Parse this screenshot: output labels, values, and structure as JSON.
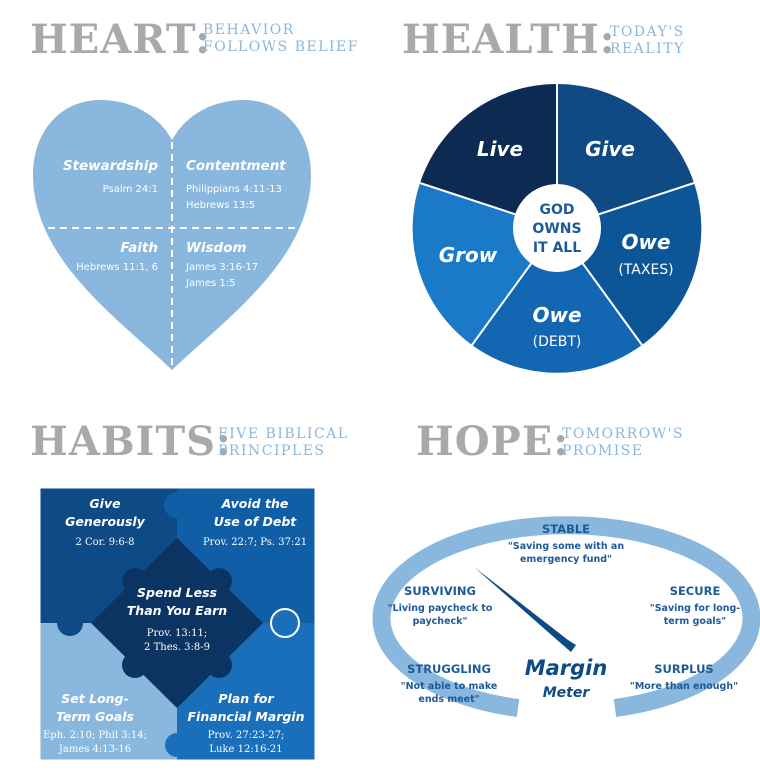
{
  "sections": {
    "heart": {
      "title": "HEART:",
      "subtitle_line1": "BEHAVIOR",
      "subtitle_line2": "FOLLOWS BELIEF",
      "quadrants": [
        {
          "label": "Stewardship",
          "ref1": "Psalm 24:1",
          "ref2": ""
        },
        {
          "label": "Contentment",
          "ref1": "Philippians 4:11-13",
          "ref2": "Hebrews 13:5"
        },
        {
          "label": "Faith",
          "ref1": "Hebrews 11:1, 6",
          "ref2": ""
        },
        {
          "label": "Wisdom",
          "ref1": "James 3:16-17",
          "ref2": "James 1:5"
        }
      ],
      "color": "#8ab7dd"
    },
    "health": {
      "title": "HEALTH:",
      "subtitle_line1": "TODAY'S",
      "subtitle_line2": "REALITY",
      "center_line1": "GOD",
      "center_line2": "OWNS",
      "center_line3": "IT ALL",
      "segments": [
        {
          "label": "Live",
          "sub": "",
          "color": "#0d2a52"
        },
        {
          "label": "Give",
          "sub": "",
          "color": "#0f4a85"
        },
        {
          "label": "Owe",
          "sub": "(TAXES)",
          "color": "#0c5698"
        },
        {
          "label": "Owe",
          "sub": "(DEBT)",
          "color": "#1366b2"
        },
        {
          "label": "Grow",
          "sub": "",
          "color": "#1a7ac8"
        }
      ]
    },
    "habits": {
      "title": "HABITS:",
      "subtitle_line1": "FIVE BIBLICAL",
      "subtitle_line2": "PRINCIPLES",
      "pieces": [
        {
          "line1": "Give",
          "line2": "Generously",
          "ref1": "2 Cor. 9:6-8",
          "ref2": "",
          "ref3": "",
          "color": "#0d4a86"
        },
        {
          "line1": "Avoid the",
          "line2": "Use of Debt",
          "ref1": "Prov. 22:7; Ps. 37:21",
          "ref2": "",
          "ref3": "",
          "color": "#0f5ea6"
        },
        {
          "line1": "Spend Less",
          "line2": "Than You Earn",
          "ref1": "Prov. 13:11;",
          "ref2": "2 Thes. 3:8-9",
          "ref3": "",
          "color": "#0c3463"
        },
        {
          "line1": "Set Long-",
          "line2": "Term Goals",
          "ref1": "Eph. 2:10; Phil 3:14;",
          "ref2": "James 4:13-16",
          "ref3": "",
          "color": "#8ab7dd"
        },
        {
          "line1": "Plan for",
          "line2": "Financial Margin",
          "ref1": "Prov. 27:23-27;",
          "ref2": "Luke 12:16-21",
          "ref3": "",
          "color": "#1a6fbb"
        }
      ]
    },
    "hope": {
      "title": "HOPE:",
      "subtitle_line1": "TOMORROW'S",
      "subtitle_line2": "PROMISE",
      "meter_line1": "Margin",
      "meter_line2": "Meter",
      "levels": [
        {
          "name": "STRUGGLING",
          "quote1": "\"Not able to make",
          "quote2": "ends meet\""
        },
        {
          "name": "SURVIVING",
          "quote1": "\"Living paycheck to",
          "quote2": "paycheck\""
        },
        {
          "name": "STABLE",
          "quote1": "\"Saving some with an",
          "quote2": "emergency fund\""
        },
        {
          "name": "SECURE",
          "quote1": "\"Saving for long-",
          "quote2": "term goals\""
        },
        {
          "name": "SURPLUS",
          "quote1": "\"More than enough\"",
          "quote2": ""
        }
      ],
      "ring_color": "#8ab7dd",
      "needle_color": "#0d4a86"
    }
  }
}
